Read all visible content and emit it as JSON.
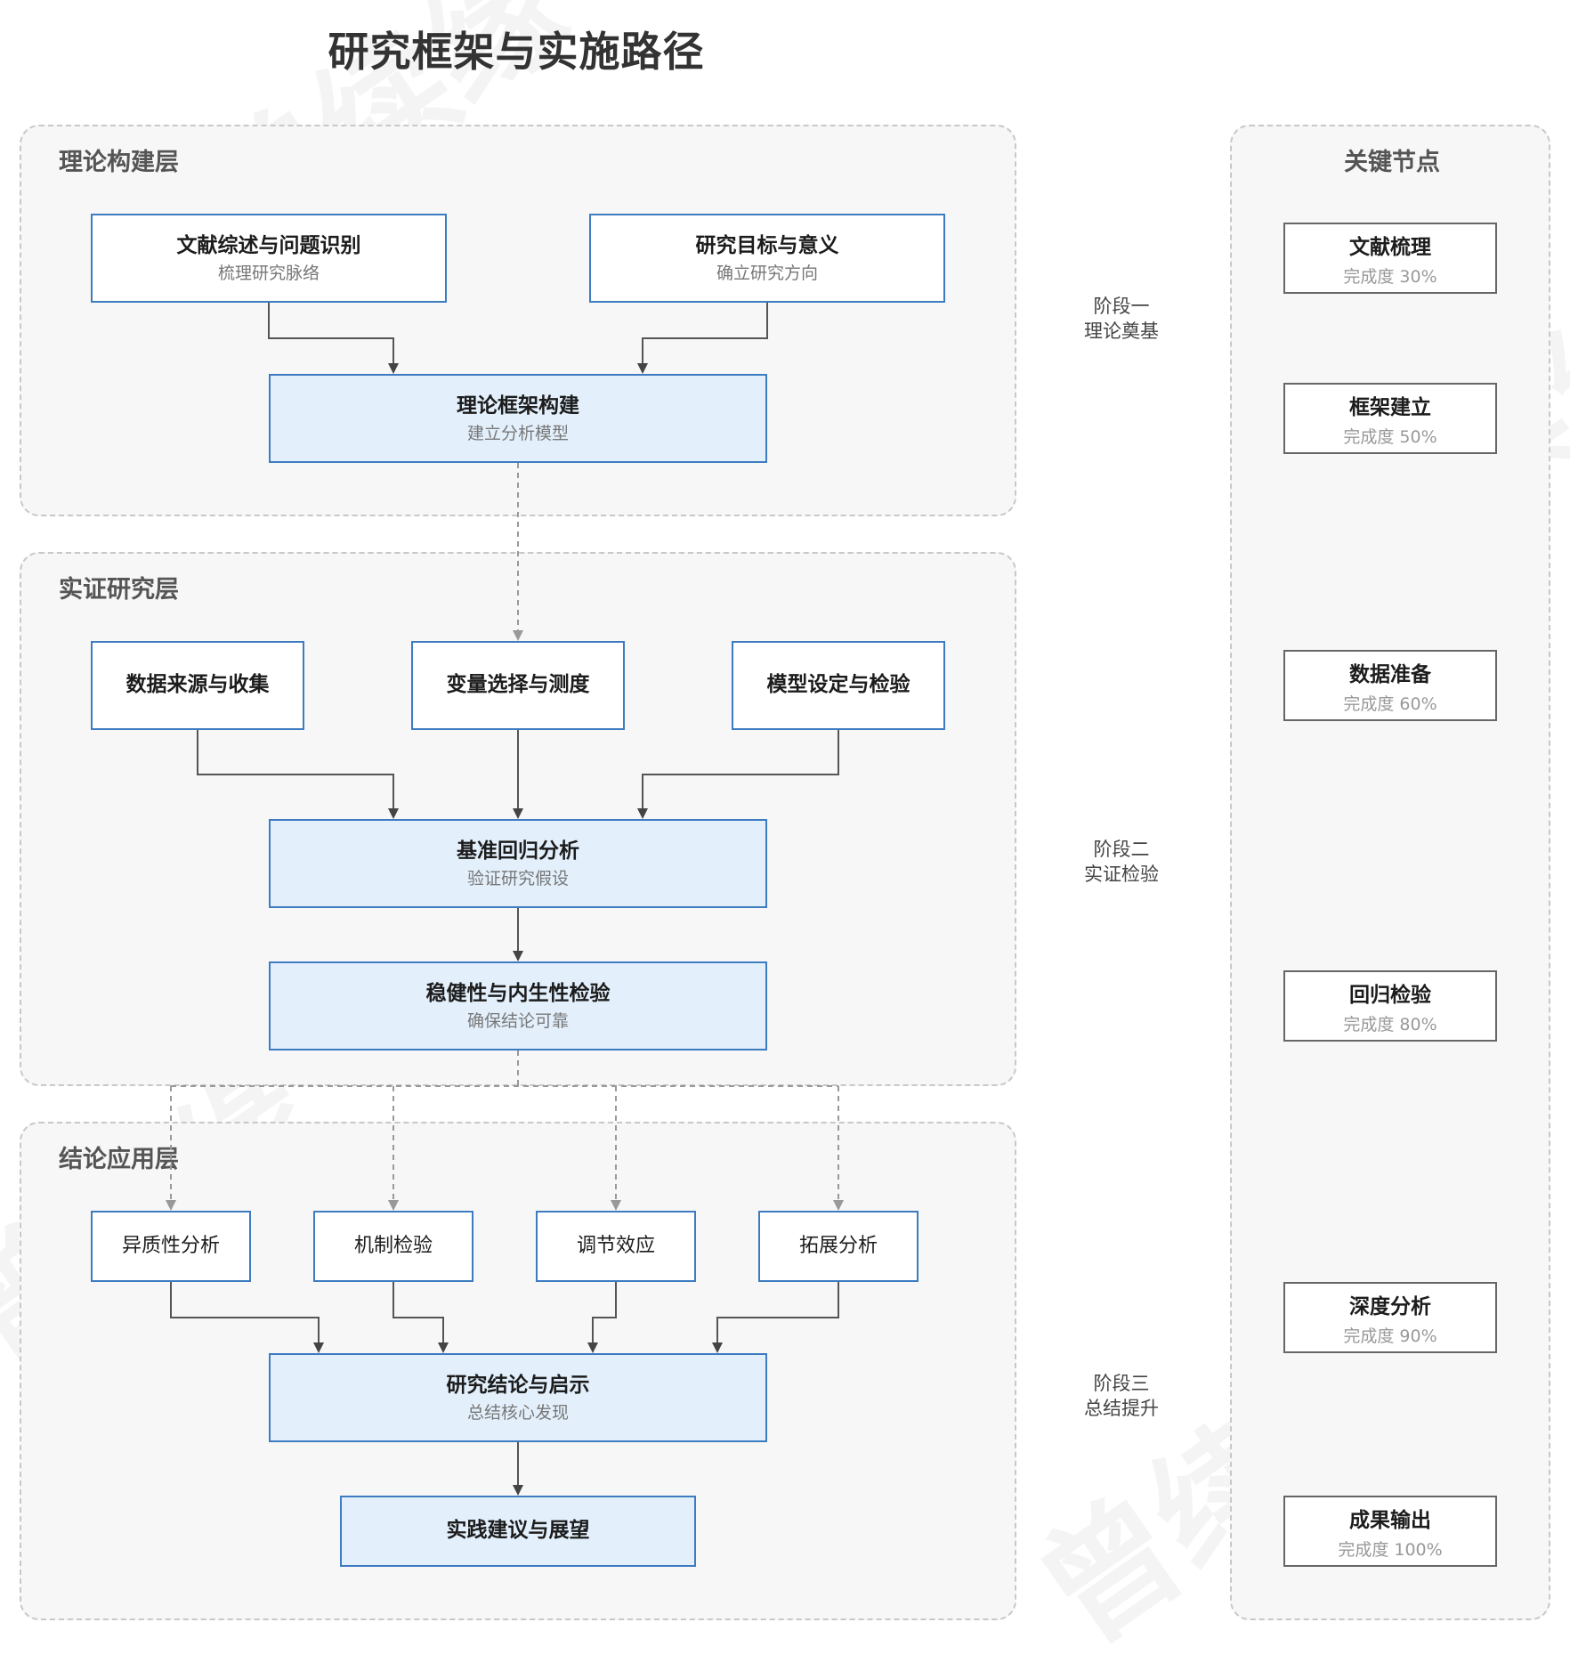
{
  "title": "研究框架与实施路径",
  "watermark": "曾续缘",
  "layers": {
    "theory": "理论构建层",
    "empirical": "实证研究层",
    "conclusion": "结论应用层"
  },
  "nodes": {
    "lit_review": {
      "main": "文献综述与问题识别",
      "sub": "梳理研究脉络"
    },
    "goals": {
      "main": "研究目标与意义",
      "sub": "确立研究方向"
    },
    "framework": {
      "main": "理论框架构建",
      "sub": "建立分析模型"
    },
    "data_source": {
      "main": "数据来源与收集"
    },
    "variables": {
      "main": "变量选择与测度"
    },
    "model_spec": {
      "main": "模型设定与检验"
    },
    "baseline": {
      "main": "基准回归分析",
      "sub": "验证研究假设"
    },
    "robustness": {
      "main": "稳健性与内生性检验",
      "sub": "确保结论可靠"
    },
    "heterogeneity": {
      "main": "异质性分析"
    },
    "mechanism": {
      "main": "机制检验"
    },
    "moderation": {
      "main": "调节效应"
    },
    "extension": {
      "main": "拓展分析"
    },
    "conclusion": {
      "main": "研究结论与启示",
      "sub": "总结核心发现"
    },
    "practice": {
      "main": "实践建议与展望"
    }
  },
  "stages": [
    {
      "line1": "阶段一",
      "line2": "理论奠基"
    },
    {
      "line1": "阶段二",
      "line2": "实证检验"
    },
    {
      "line1": "阶段三",
      "line2": "总结提升"
    }
  ],
  "milestones_panel": {
    "title": "关键节点",
    "items": [
      {
        "main": "文献梳理",
        "sub": "完成度 30%"
      },
      {
        "main": "框架建立",
        "sub": "完成度 50%"
      },
      {
        "main": "数据准备",
        "sub": "完成度 60%"
      },
      {
        "main": "回归检验",
        "sub": "完成度 80%"
      },
      {
        "main": "深度分析",
        "sub": "完成度 90%"
      },
      {
        "main": "成果输出",
        "sub": "完成度 100%"
      }
    ]
  }
}
